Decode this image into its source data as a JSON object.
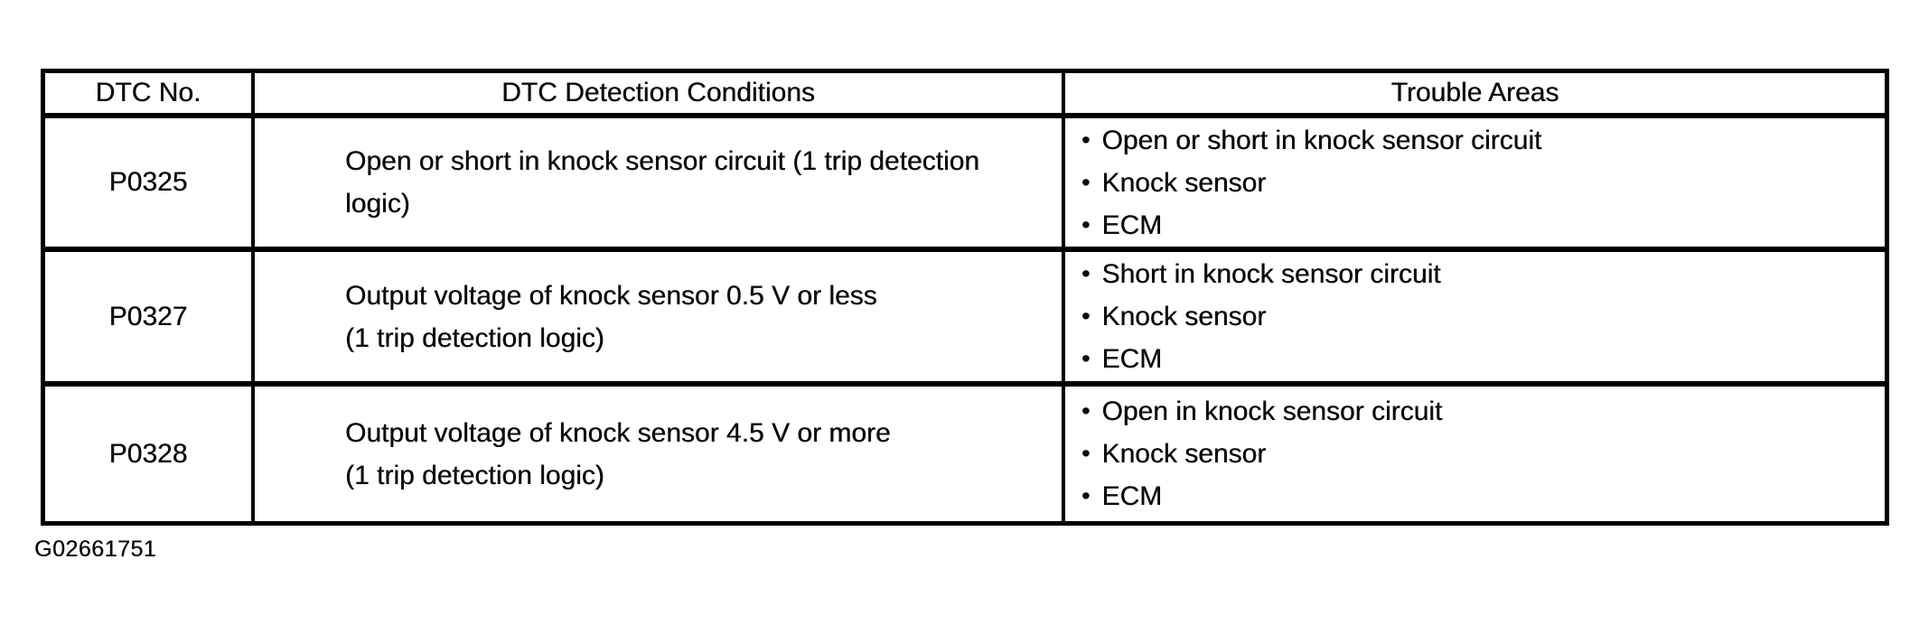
{
  "figure_id": "G02661751",
  "bullet_glyph": "•",
  "colors": {
    "ink": "#0c0c0c",
    "border": "#000000",
    "background": "#ffffff"
  },
  "table": {
    "headers": {
      "dtc_no": "DTC No.",
      "detection_conditions": "DTC Detection Conditions",
      "trouble_areas": "Trouble Areas"
    },
    "rows": [
      {
        "dtc_no": "P0325",
        "detection_conditions": [
          "Open or short in knock sensor circuit (1 trip detection logic)"
        ],
        "trouble_areas": [
          "Open or short in knock sensor circuit",
          "Knock sensor",
          "ECM"
        ]
      },
      {
        "dtc_no": "P0327",
        "detection_conditions": [
          "Output voltage of knock sensor 0.5 V or less",
          "(1 trip detection logic)"
        ],
        "trouble_areas": [
          "Short in knock sensor circuit",
          "Knock sensor",
          "ECM"
        ]
      },
      {
        "dtc_no": "P0328",
        "detection_conditions": [
          "Output voltage of knock sensor 4.5 V or more",
          "(1 trip detection logic)"
        ],
        "trouble_areas": [
          "Open in knock sensor circuit",
          "Knock sensor",
          "ECM"
        ]
      }
    ]
  }
}
